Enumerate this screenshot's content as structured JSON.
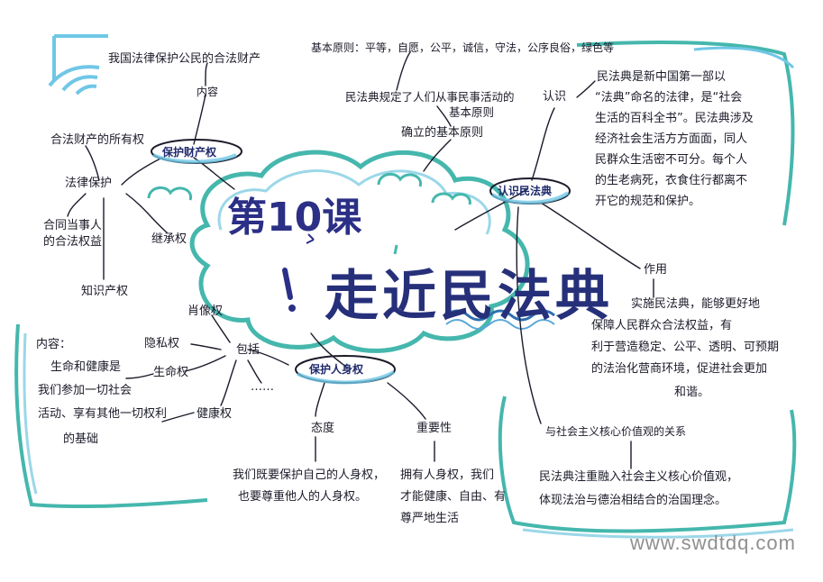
{
  "title": {
    "lesson": "第10课",
    "main": "走近民法典"
  },
  "branches": {
    "know": {
      "label": "认识民法典",
      "recognize_label": "认识",
      "recognize_text": [
        "民法典是新中国第一部以",
        "“法典”命名的法律，是“社会",
        "生活的百科全书”。民法典涉及",
        "经济社会生活方方面面，同人",
        "民群众生活密不可分。每个人",
        "的生老病死，衣食住行都离不",
        "开它的规范和保护。"
      ],
      "effect_label": "作用",
      "effect_text": [
        "实施民法典，能够更好地",
        "保障人民群众合法权益，有",
        "利于营造稳定、公平、透明、可预期",
        "的法治化营商环境，促进社会更加",
        "和谐。"
      ],
      "values_label": "与社会主义核心价值观的关系",
      "values_text": [
        "民法典注重融入社会主义核心价值观，",
        "体现法治与德治相结合的治国理念。"
      ]
    },
    "principle": {
      "label": "确立的基本原则",
      "basic": "基本原则：平等，自愿，公平，诚信，守法，公序良俗，绿色等",
      "regulate": [
        "民法典规定了人们从事民事活动的",
        "基本原则"
      ]
    },
    "property": {
      "label": "保护财产权",
      "content_label": "内容",
      "content_text": "我国法律保护公民的合法财产",
      "legal_label": "法律保护",
      "ownership": "合法财产的所有权",
      "inheritance": "继承权",
      "contract": [
        "合同当事人",
        "的合法权益"
      ],
      "ip": "知识产权"
    },
    "personal": {
      "label": "保护人身权",
      "include_label": "包括",
      "portrait": "肖像权",
      "privacy": "隐私权",
      "life": "生命权",
      "health": "健康权",
      "dots": "……",
      "content_text": [
        "内容：",
        "生命和健康是",
        "我们参加一切社会",
        "活动、享有其他一切权利",
        "的基础"
      ],
      "attitude_label": "态度",
      "attitude_text": [
        "我们既要保护自己的人身权，",
        "也要尊重他人的人身权。"
      ],
      "importance_label": "重要性",
      "importance_text": [
        "拥有人身权，我们",
        "才能健康、自由、有",
        "尊严地生活"
      ]
    }
  },
  "watermark": "www.swdtdq.com",
  "colors": {
    "ink": "#1b1b2a",
    "title_blue": "#26307a",
    "teal": "#3fb8b0",
    "light_blue": "#6fc7e6",
    "navy": "#2b2f86"
  }
}
